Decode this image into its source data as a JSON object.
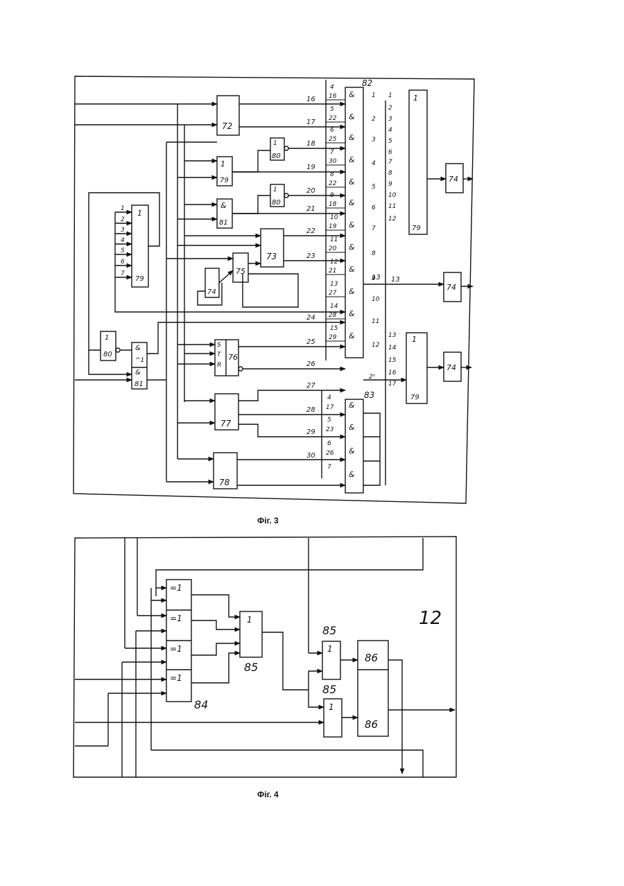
{
  "fig3": {
    "caption": "Фіг. 3",
    "blocks": {
      "b72": "72",
      "b79a": "1",
      "b79a_num": "79",
      "b80a": "1",
      "b80a_num": "80",
      "b80b": "1",
      "b80b_num": "80",
      "b81a": "&",
      "b81a_num": "81",
      "b73": "73",
      "b75": "75",
      "b74small": "74",
      "b79left": "1",
      "b79left_num": "79",
      "b80left": "1",
      "b80left_num": "80",
      "b81left_and1": "&",
      "b81left_or": "^1",
      "b81left_and2": "&",
      "b81left_num": "81",
      "b76": "76",
      "b76_s": "S",
      "b76_t": "T",
      "b76_r": "R",
      "b77": "77",
      "b78": "78",
      "b82": "82",
      "b83": "83",
      "b79right1": "1",
      "b79right1_num": "79",
      "b79right2": "1",
      "b79right2_num": "79",
      "b74a": "74",
      "b74b": "74",
      "b74c": "74",
      "and_sym": "&"
    },
    "left_inputs": [
      "1",
      "2",
      "3",
      "4",
      "5",
      "6",
      "7"
    ],
    "bus_labels": [
      "16",
      "17",
      "18",
      "19",
      "20",
      "21",
      "22",
      "23",
      "24",
      "25",
      "26",
      "27",
      "28",
      "29",
      "30"
    ],
    "gate82_pairs": [
      [
        "4",
        "16"
      ],
      [
        "5",
        "22"
      ],
      [
        "6",
        "25"
      ],
      [
        "7",
        "30"
      ],
      [
        "8",
        "22"
      ],
      [
        "9",
        "18"
      ],
      [
        "10",
        "19"
      ],
      [
        "11",
        "20"
      ],
      [
        "12",
        "21"
      ],
      [
        "13",
        "27"
      ],
      [
        "14",
        "28"
      ],
      [
        "15",
        "29"
      ]
    ],
    "gate83_pairs": [
      [
        "4",
        "17"
      ],
      [
        "5",
        "23"
      ],
      [
        "6",
        "26"
      ],
      [
        "7",
        ""
      ]
    ],
    "outputs82": [
      "1",
      "2",
      "3",
      "4",
      "5",
      "6",
      "7",
      "8",
      "9",
      "10",
      "11",
      "12"
    ],
    "or1_inputs": [
      "1",
      "2",
      "3",
      "4",
      "5",
      "6",
      "7",
      "8",
      "9",
      "10",
      "11",
      "12"
    ],
    "or2_inputs": [
      "13",
      "14",
      "15",
      "16",
      "17"
    ],
    "mid_labels": {
      "l13": "13",
      "l13b": "13",
      "l2v": "2ᵛ"
    }
  },
  "fig4": {
    "caption": "Фіг. 4",
    "xor_labels": [
      "=1",
      "=1",
      "=1",
      "=1"
    ],
    "b84": "84",
    "or85_main": "1",
    "b85_main": "85",
    "or85_top": "1",
    "b85_top": "85",
    "or85_bot": "1",
    "b85_bot": "85",
    "b86_top": "86",
    "b86_bot": "86",
    "unit_label": "12"
  }
}
